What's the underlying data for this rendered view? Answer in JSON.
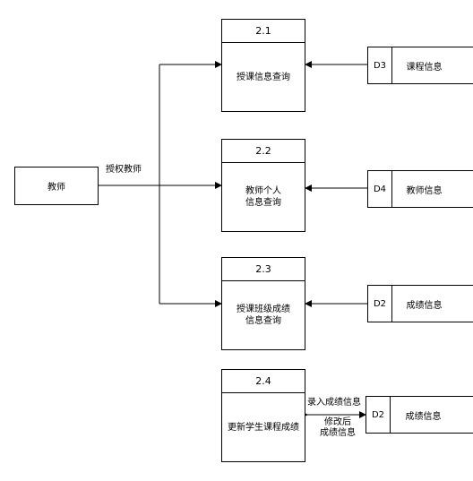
{
  "entity": {
    "name": "教师"
  },
  "flow_label_teacher": "授权教师",
  "processes": [
    {
      "id": "2.1",
      "name": "授课信息查询"
    },
    {
      "id": "2.2",
      "name": "教师个人\n信息查询"
    },
    {
      "id": "2.3",
      "name": "授课班级成绩\n信息查询"
    },
    {
      "id": "2.4",
      "name": "更新学生课程成绩"
    }
  ],
  "stores": [
    {
      "id": "D3",
      "name": "课程信息"
    },
    {
      "id": "D4",
      "name": "教师信息"
    },
    {
      "id": "D2",
      "name": "成绩信息"
    },
    {
      "id": "D2",
      "name": "成绩信息"
    }
  ],
  "flow_labels": {
    "enter_grades": "录入成绩信息",
    "modified_grades": "修改后\n成绩信息"
  }
}
